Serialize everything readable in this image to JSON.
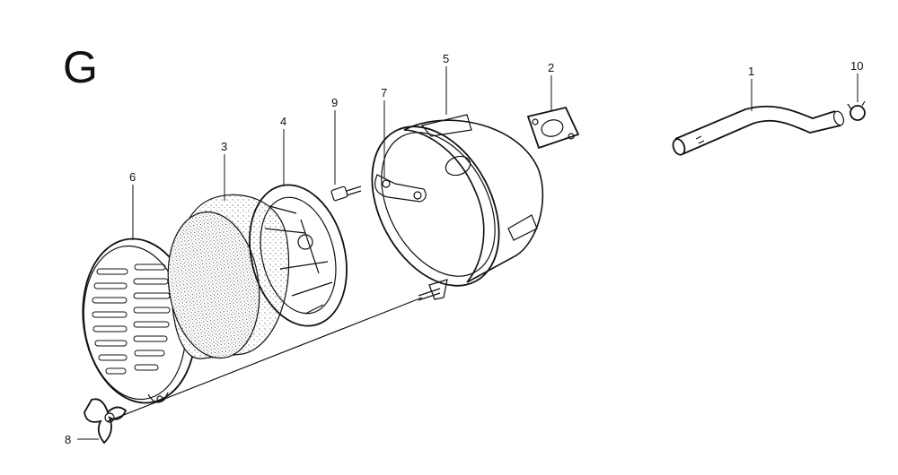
{
  "section_letter": "G",
  "callouts": [
    {
      "id": "1",
      "text": "1"
    },
    {
      "id": "2",
      "text": "2"
    },
    {
      "id": "3",
      "text": "3"
    },
    {
      "id": "4",
      "text": "4"
    },
    {
      "id": "5",
      "text": "5"
    },
    {
      "id": "6",
      "text": "6"
    },
    {
      "id": "7",
      "text": "7"
    },
    {
      "id": "8",
      "text": "8"
    },
    {
      "id": "9",
      "text": "9"
    },
    {
      "id": "10",
      "text": "10"
    }
  ]
}
